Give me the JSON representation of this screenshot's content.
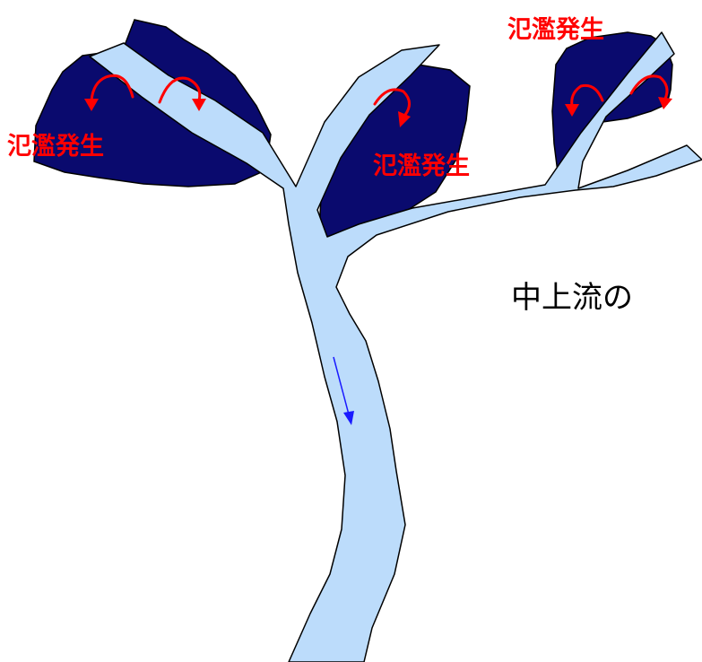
{
  "diagram": {
    "flood_labels": [
      "氾濫発生",
      "氾濫発生",
      "氾濫発生"
    ],
    "caption": "中上流の",
    "colors": {
      "flood_area": "#0a0a6e",
      "river": "#bcdcfb",
      "flood_arrow": "#ff0000",
      "flood_text": "#ff0000",
      "flow_arrow": "#1a1aff"
    },
    "icons": [
      "overflow-arrow-icon",
      "flow-direction-arrow-icon"
    ]
  }
}
